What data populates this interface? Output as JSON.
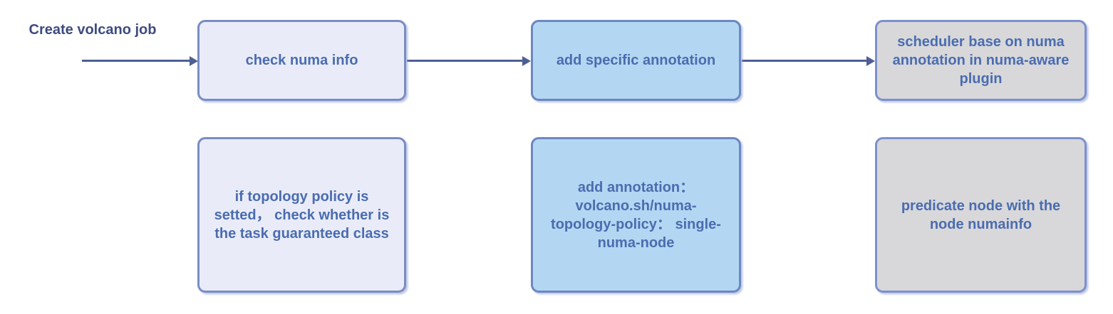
{
  "diagram": {
    "title_hint": "volcano numa-aware scheduling flow",
    "start_label": "Create volcano job",
    "colors": {
      "lavender_fill": "#e9ecf8",
      "lavender_border": "#7b8cc3",
      "blue_fill": "#b3d7f2",
      "blue_border": "#6d87c0",
      "gray_fill": "#d8d8da",
      "gray_border": "#7d90cb",
      "node_text": "#4a6cb0",
      "label_text": "#3e4b7e",
      "arrow": "#4e5f96"
    },
    "top_row": [
      {
        "label": "check numa info",
        "variant": "lavender"
      },
      {
        "label": "add specific annotation",
        "variant": "blue"
      },
      {
        "label": "scheduler base on numa annotation in numa-aware plugin",
        "variant": "gray"
      }
    ],
    "bottom_row": [
      {
        "label": "if topology policy is setted， check whether is the task guaranteed class",
        "variant": "lavender"
      },
      {
        "label": "add annotation： volcano.sh/numa-topology-policy： single-numa-node",
        "variant": "blue"
      },
      {
        "label": "predicate node with the node numainfo",
        "variant": "gray"
      }
    ],
    "arrows": [
      {
        "from": "start-label",
        "to": "node-check-numa-info"
      },
      {
        "from": "node-check-numa-info",
        "to": "node-add-specific-annotation"
      },
      {
        "from": "node-add-specific-annotation",
        "to": "node-scheduler-numa-aware-plugin"
      }
    ]
  }
}
